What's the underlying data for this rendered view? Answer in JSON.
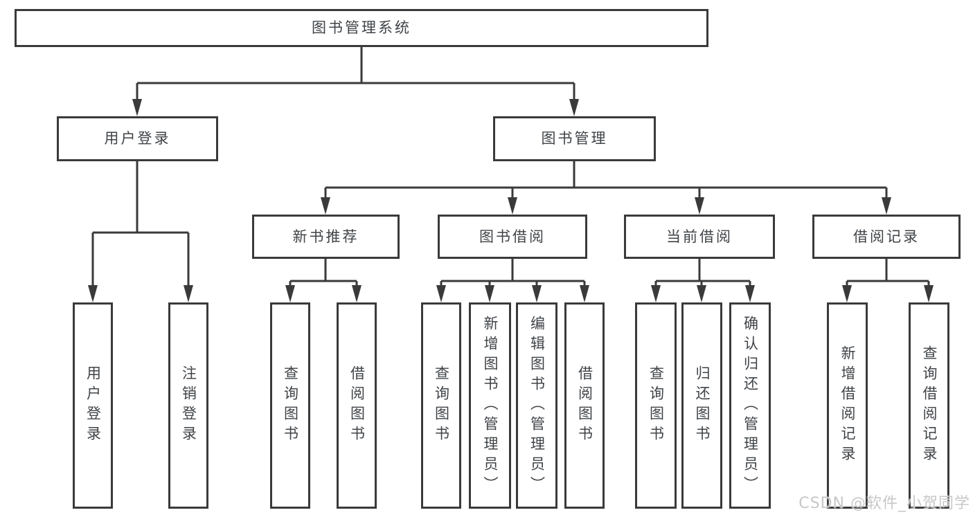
{
  "tree": {
    "root": {
      "label": "图书管理系统",
      "children": [
        {
          "label": "用户登录",
          "children": [
            {
              "label": "用户登录"
            },
            {
              "label": "注销登录"
            }
          ]
        },
        {
          "label": "图书管理",
          "children": [
            {
              "label": "新书推荐",
              "children": [
                {
                  "label": "查询图书"
                },
                {
                  "label": "借阅图书"
                }
              ]
            },
            {
              "label": "图书借阅",
              "children": [
                {
                  "label": "查询图书"
                },
                {
                  "label": "新增图书（管理员）"
                },
                {
                  "label": "编辑图书（管理员）"
                },
                {
                  "label": "借阅图书"
                }
              ]
            },
            {
              "label": "当前借阅",
              "children": [
                {
                  "label": "查询图书"
                },
                {
                  "label": "归还图书"
                },
                {
                  "label": "确认归还（管理员）"
                }
              ]
            },
            {
              "label": "借阅记录",
              "children": [
                {
                  "label": "新增借阅记录"
                },
                {
                  "label": "查询借阅记录"
                }
              ]
            }
          ]
        }
      ]
    }
  },
  "watermark": {
    "text": "CSDN @软件_小贺同学"
  },
  "colors": {
    "line": "#3a3a3a",
    "box_border": "#3a3a3a",
    "text": "#3f4347",
    "background": "#ffffff",
    "watermark": "#c7c7c7"
  }
}
